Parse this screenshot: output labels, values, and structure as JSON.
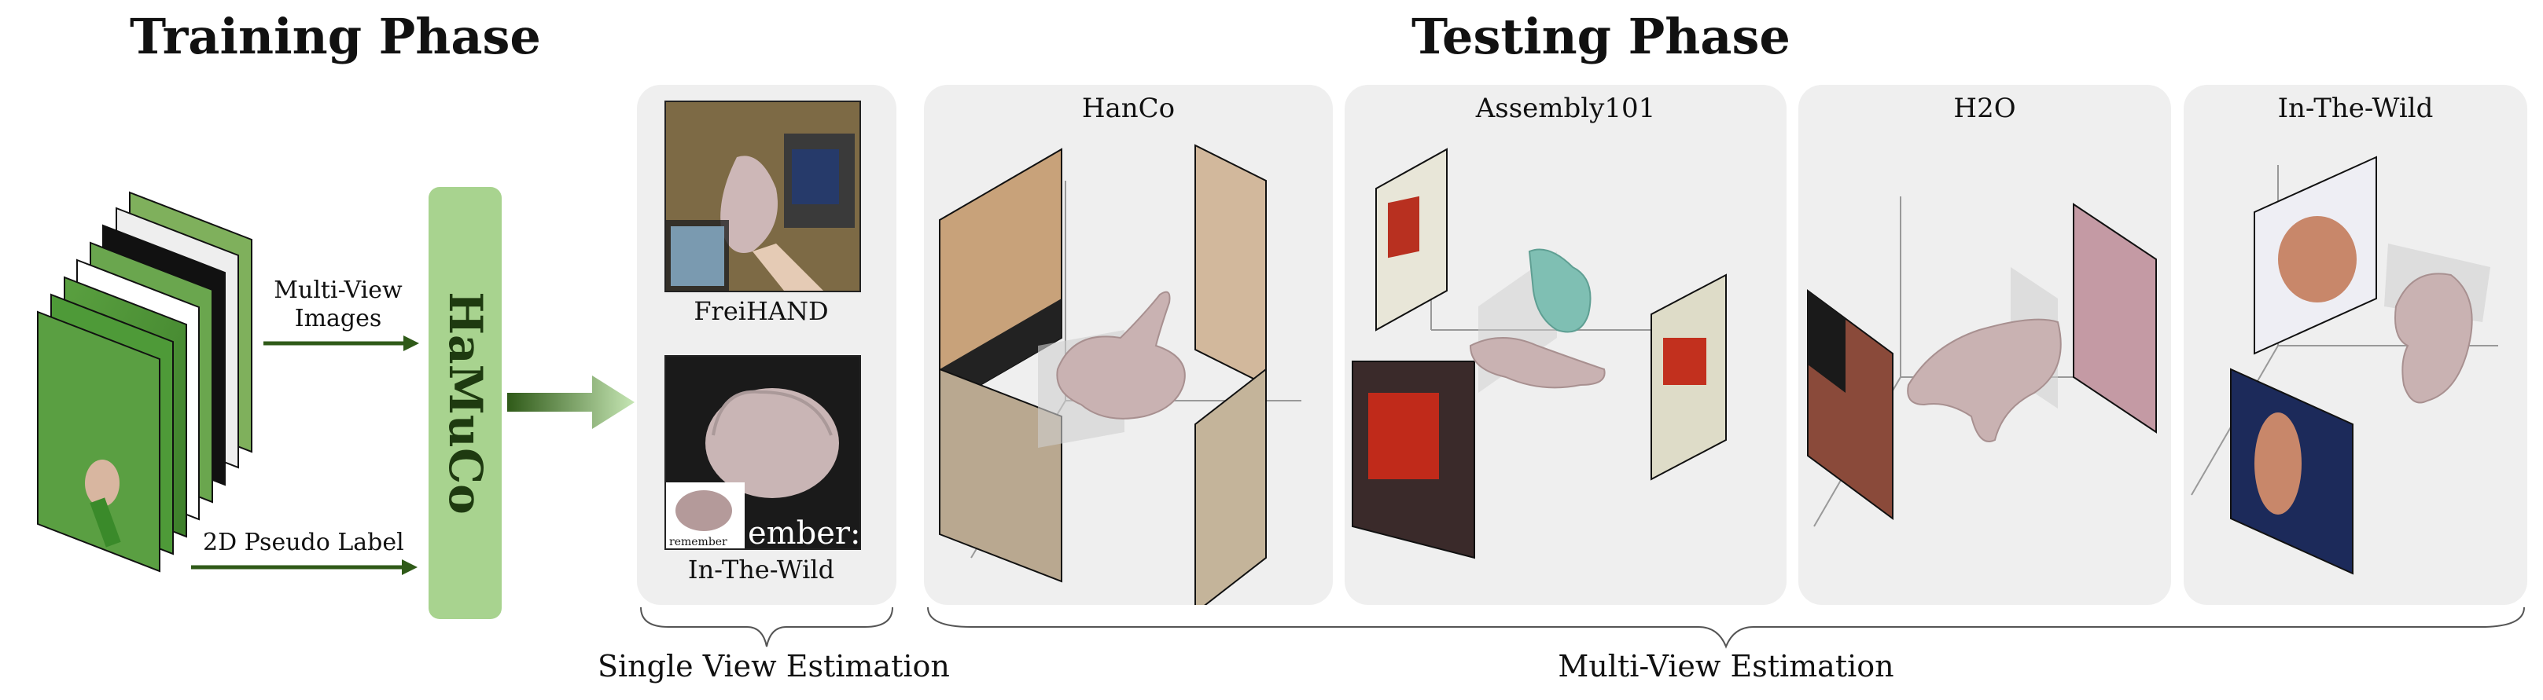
{
  "training": {
    "title": "Training Phase",
    "input_labels": {
      "multiview": "Multi-View\nImages",
      "pseudo": "2D Pseudo Label"
    },
    "model_name": "HaMuCo"
  },
  "testing": {
    "title": "Testing Phase",
    "single_view": {
      "freihand_label": "FreiHAND",
      "wild_label": "In-The-Wild",
      "overlay_text": "ember: I",
      "overlay_small": "remember"
    },
    "panels": [
      {
        "title": "HanCo"
      },
      {
        "title": "Assembly101"
      },
      {
        "title": "H2O"
      },
      {
        "title": "In-The-Wild"
      }
    ]
  },
  "bottom": {
    "single_view_label": "Single View Estimation",
    "multi_view_label": "Multi-View Estimation"
  },
  "colors": {
    "panel_bg": "#efefef",
    "model_green": "#a8d38f",
    "arrow_green": "#2f5a18",
    "skin": "#c9b2b2",
    "hand_mesh_teal": "#7fbfb3"
  }
}
